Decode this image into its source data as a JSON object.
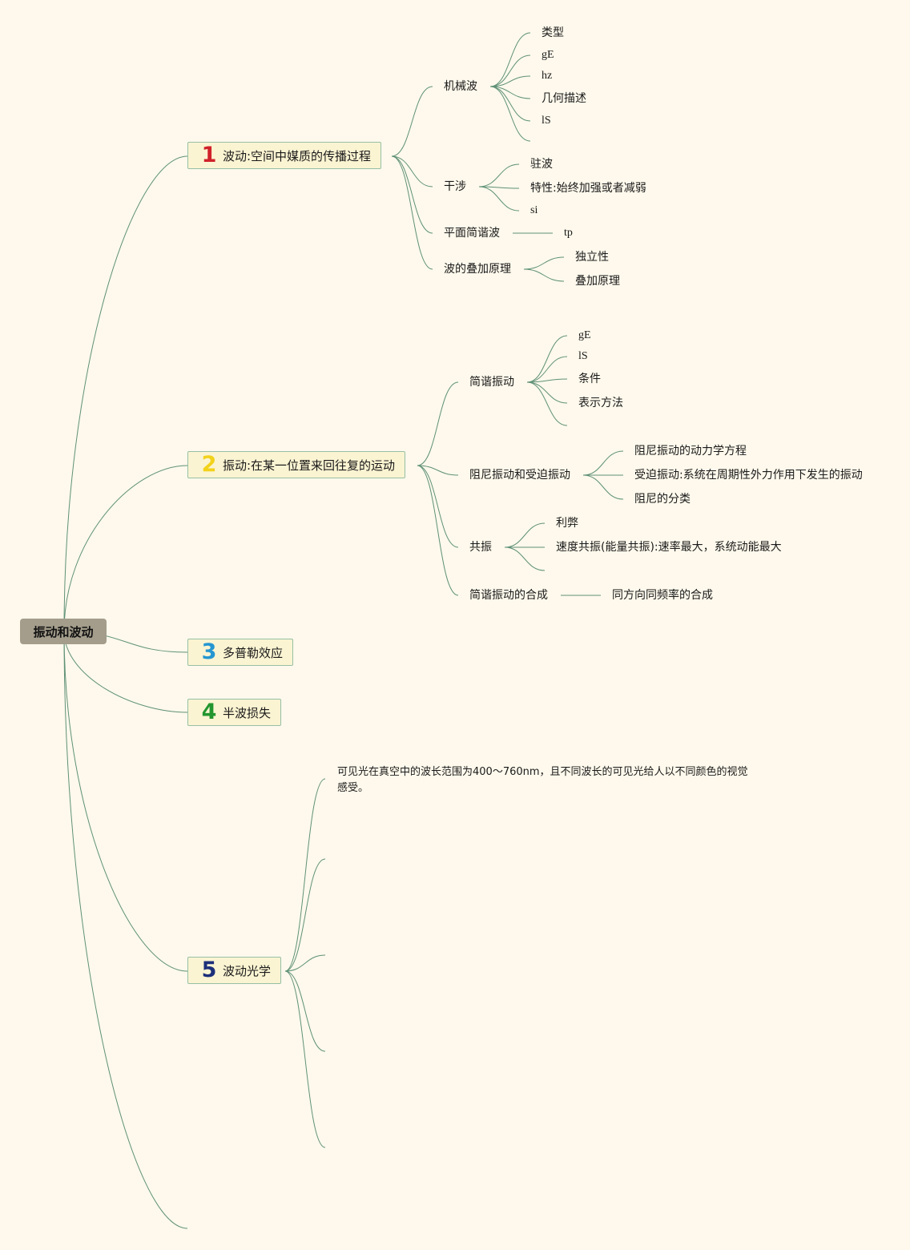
{
  "root": {
    "label": "振动和波动"
  },
  "branches": [
    {
      "num": "1",
      "num_color": "#d0222a",
      "label": "波动:空间中媒质的传播过程",
      "children": [
        {
          "label": "机械波",
          "children": [
            "类型",
            "gE",
            "hz",
            "几何描述",
            "lS"
          ]
        },
        {
          "label": "干涉",
          "children": [
            "驻波",
            "特性:始终加强或者减弱",
            "si"
          ]
        },
        {
          "label": "平面简谐波",
          "children": [
            "tp"
          ]
        },
        {
          "label": "波的叠加原理",
          "children": [
            "独立性",
            "叠加原理"
          ]
        }
      ]
    },
    {
      "num": "2",
      "num_color": "#f2d21b",
      "label": "振动:在某一位置来回往复的运动",
      "children": [
        {
          "label": "简谐振动",
          "children": [
            "gE",
            "lS",
            "条件",
            "表示方法"
          ]
        },
        {
          "label": "阻尼振动和受迫振动",
          "children": [
            "阻尼振动的动力学方程",
            "受迫振动:系统在周期性外力作用下发生的振动",
            "阻尼的分类"
          ]
        },
        {
          "label": "共振",
          "children": [
            "利弊",
            "速度共振(能量共振):速率最大，系统动能最大"
          ]
        },
        {
          "label": "简谐振动的合成",
          "children": [
            "同方向同频率的合成"
          ]
        }
      ]
    },
    {
      "num": "3",
      "num_color": "#2596d1",
      "label": "多普勒效应"
    },
    {
      "num": "4",
      "num_color": "#23962f",
      "label": "半波损失"
    },
    {
      "num": "5",
      "num_color": "#1c2f7a",
      "label": "波动光学",
      "note": "可见光在真空中的波长范围为400～760nm，且不同波长的可见光给人以不同颜色的视觉感受。"
    }
  ]
}
